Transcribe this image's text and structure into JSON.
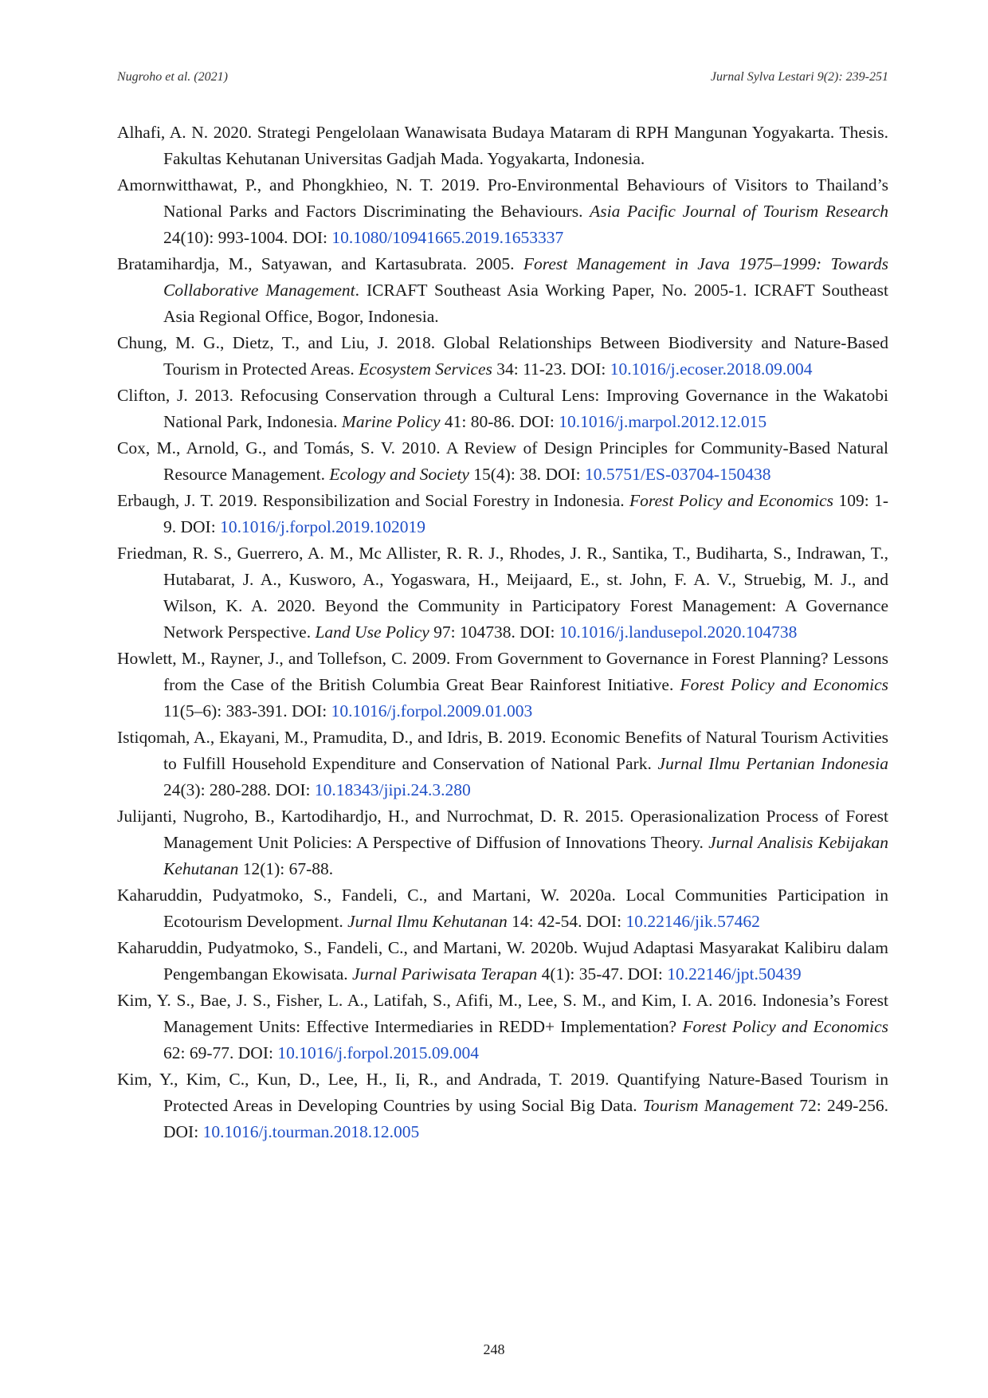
{
  "header": {
    "left": "Nugroho et al. (2021)",
    "right": "Jurnal Sylva Lestari 9(2): 239-251"
  },
  "references": [
    {
      "main": "Alhafi, A. N. 2020. Strategi Pengelolaan Wanawisata Budaya Mataram di RPH Mangunan Yogyakarta. Thesis. Fakultas Kehutanan Universitas Gadjah Mada. Yogyakarta, Indonesia.",
      "journal": "",
      "post": "",
      "doi_label": "",
      "doi": ""
    },
    {
      "main": "Amornwitthawat, P., and Phongkhieo, N. T. 2019. Pro-Environmental Behaviours of Visitors to Thailand’s National Parks and Factors Discriminating the Behaviours. ",
      "journal": "Asia Pacific Journal of Tourism Research",
      "post": " 24(10): 993-1004.",
      "doi_label": " DOI: ",
      "doi": "10.1080/10941665.2019.1653337"
    },
    {
      "main": "Bratamihardja, M., Satyawan, and Kartasubrata. 2005. ",
      "journal": "Forest Management in Java 1975–1999: Towards Collaborative Management",
      "post": ". ICRAFT Southeast Asia Working Paper, No. 2005-1. ICRAFT Southeast Asia Regional Office, Bogor, Indonesia.",
      "doi_label": "",
      "doi": ""
    },
    {
      "main": "Chung, M. G., Dietz, T., and Liu, J. 2018. Global Relationships Between Biodiversity and Nature-Based Tourism in Protected Areas. ",
      "journal": "Ecosystem Services",
      "post": " 34: 11-23.",
      "doi_label": " DOI: ",
      "doi": "10.1016/j.ecoser.2018.09.004"
    },
    {
      "main": "Clifton, J. 2013. Refocusing Conservation through a Cultural Lens: Improving Governance in the Wakatobi National Park, Indonesia. ",
      "journal": "Marine Policy",
      "post": " 41: 80-86.",
      "doi_label": " DOI: ",
      "doi": "10.1016/j.marpol.2012.12.015"
    },
    {
      "main": "Cox, M., Arnold, G., and Tomás, S. V. 2010. A Review of Design Principles for Community-Based Natural Resource Management. ",
      "journal": "Ecology and Society",
      "post": " 15(4): 38.",
      "doi_label": " DOI: ",
      "doi": "10.5751/ES-03704-150438"
    },
    {
      "main": "Erbaugh, J. T. 2019. Responsibilization and Social Forestry in Indonesia. ",
      "journal": "Forest Policy and Economics",
      "post": " 109: 1-9.",
      "doi_label": " DOI: ",
      "doi": "10.1016/j.forpol.2019.102019"
    },
    {
      "main": "Friedman, R. S., Guerrero, A. M., Mc Allister, R. R. J., Rhodes, J. R., Santika, T., Budiharta, S., Indrawan, T., Hutabarat, J. A., Kusworo, A., Yogaswara, H., Meijaard, E., st. John, F. A. V., Struebig, M. J., and Wilson, K. A. 2020. Beyond the Community in Participatory Forest Management: A Governance Network Perspective. ",
      "journal": "Land Use Policy",
      "post": " 97: 104738.",
      "doi_label": " DOI: ",
      "doi": "10.1016/j.landusepol.2020.104738"
    },
    {
      "main": "Howlett, M., Rayner, J., and Tollefson, C. 2009. From Government to Governance in Forest Planning? Lessons from the Case of the British Columbia Great Bear Rainforest Initiative. ",
      "journal": "Forest Policy and Economics",
      "post": " 11(5–6): 383-391.",
      "doi_label": " DOI: ",
      "doi": "10.1016/j.forpol.2009.01.003"
    },
    {
      "main": "Istiqomah, A., Ekayani, M., Pramudita, D., and Idris, B. 2019. Economic Benefits of Natural Tourism Activities to Fulfill Household Expenditure and Conservation of National Park. ",
      "journal": "Jurnal Ilmu Pertanian Indonesia",
      "post": " 24(3): 280-288.",
      "doi_label": " DOI: ",
      "doi": "10.18343/jipi.24.3.280"
    },
    {
      "main": "Julijanti, Nugroho, B., Kartodihardjo, H., and Nurrochmat, D. R. 2015. Operasionalization Process of Forest Management Unit Policies: A Perspective of Diffusion of Innovations Theory. ",
      "journal": "Jurnal Analisis Kebijakan Kehutanan",
      "post": " 12(1): 67-88.",
      "doi_label": "",
      "doi": ""
    },
    {
      "main": "Kaharuddin, Pudyatmoko, S., Fandeli, C., and Martani, W. 2020a. Local Communities Participation in Ecotourism Development. ",
      "journal": "Jurnal Ilmu Kehutanan",
      "post": " 14: 42-54.",
      "doi_label": " DOI: ",
      "doi": "10.22146/jik.57462"
    },
    {
      "main": "Kaharuddin, Pudyatmoko, S., Fandeli, C., and Martani, W. 2020b. Wujud Adaptasi Masyarakat Kalibiru dalam Pengembangan Ekowisata. ",
      "journal": "Jurnal Pariwisata Terapan",
      "post": " 4(1): 35-47.",
      "doi_label": " DOI: ",
      "doi": "10.22146/jpt.50439"
    },
    {
      "main": "Kim, Y. S., Bae, J. S., Fisher, L. A., Latifah, S., Afifi, M., Lee, S. M., and Kim, I. A. 2016. Indonesia’s Forest Management Units: Effective Intermediaries in REDD+ Implementation? ",
      "journal": "Forest Policy and Economics",
      "post": " 62: 69-77.",
      "doi_label": " DOI: ",
      "doi": "10.1016/j.forpol.2015.09.004"
    },
    {
      "main": "Kim, Y., Kim, C., Kun, D., Lee, H., Ii, R., and Andrada, T. 2019. Quantifying Nature-Based Tourism in Protected Areas in Developing Countries by using Social Big Data. ",
      "journal": "Tourism Management",
      "post": " 72: 249-256.",
      "doi_label": " DOI: ",
      "doi": "10.1016/j.tourman.2018.12.005"
    }
  ],
  "footer": {
    "page_number": "248"
  }
}
